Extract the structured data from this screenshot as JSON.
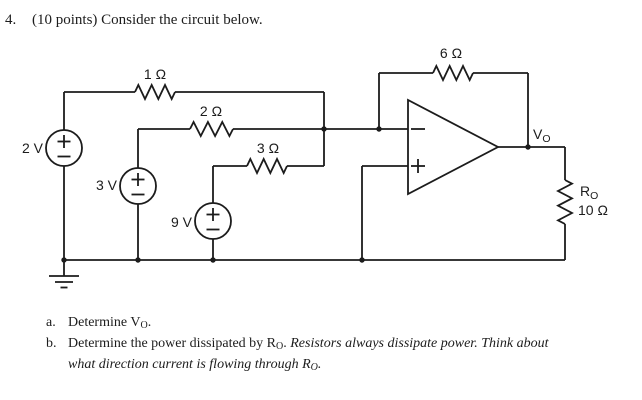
{
  "colors": {
    "ink": "#1c1c1c",
    "background": "#ffffff"
  },
  "header": {
    "number": "4.",
    "title": "(10 points) Consider the circuit below."
  },
  "circuit": {
    "sources": {
      "v2": {
        "label": "2 V",
        "plus_icon": "+",
        "minus_icon": "−"
      },
      "v3": {
        "label": "3 V",
        "plus_icon": "+",
        "minus_icon": "−"
      },
      "v9": {
        "label": "9 V",
        "plus_icon": "+",
        "minus_icon": "−"
      }
    },
    "resistors": {
      "r1": {
        "label": "1 Ω"
      },
      "r2": {
        "label": "2 Ω"
      },
      "r3": {
        "label": "3 Ω"
      },
      "r6": {
        "label": "6 Ω"
      },
      "ro": {
        "name": "R",
        "name_sub": "O",
        "value": "10 Ω"
      }
    },
    "opamp": {
      "inverting_sign": "−",
      "noninverting_sign": "+"
    },
    "output_label": {
      "name": "V",
      "sub": "O"
    },
    "ground_icon": "ground"
  },
  "questions": {
    "a": {
      "letter": "a.",
      "pre": "Determine V",
      "sub": "O",
      "post": "."
    },
    "b": {
      "letter": "b.",
      "pre": "Determine the power dissipated by R",
      "sub": "O",
      "mid": ". ",
      "italic_line1": "Resistors always dissipate power. Think about",
      "italic_line2": "what direction current is flowing through R",
      "italic_sub": "O",
      "italic_post": "."
    }
  }
}
